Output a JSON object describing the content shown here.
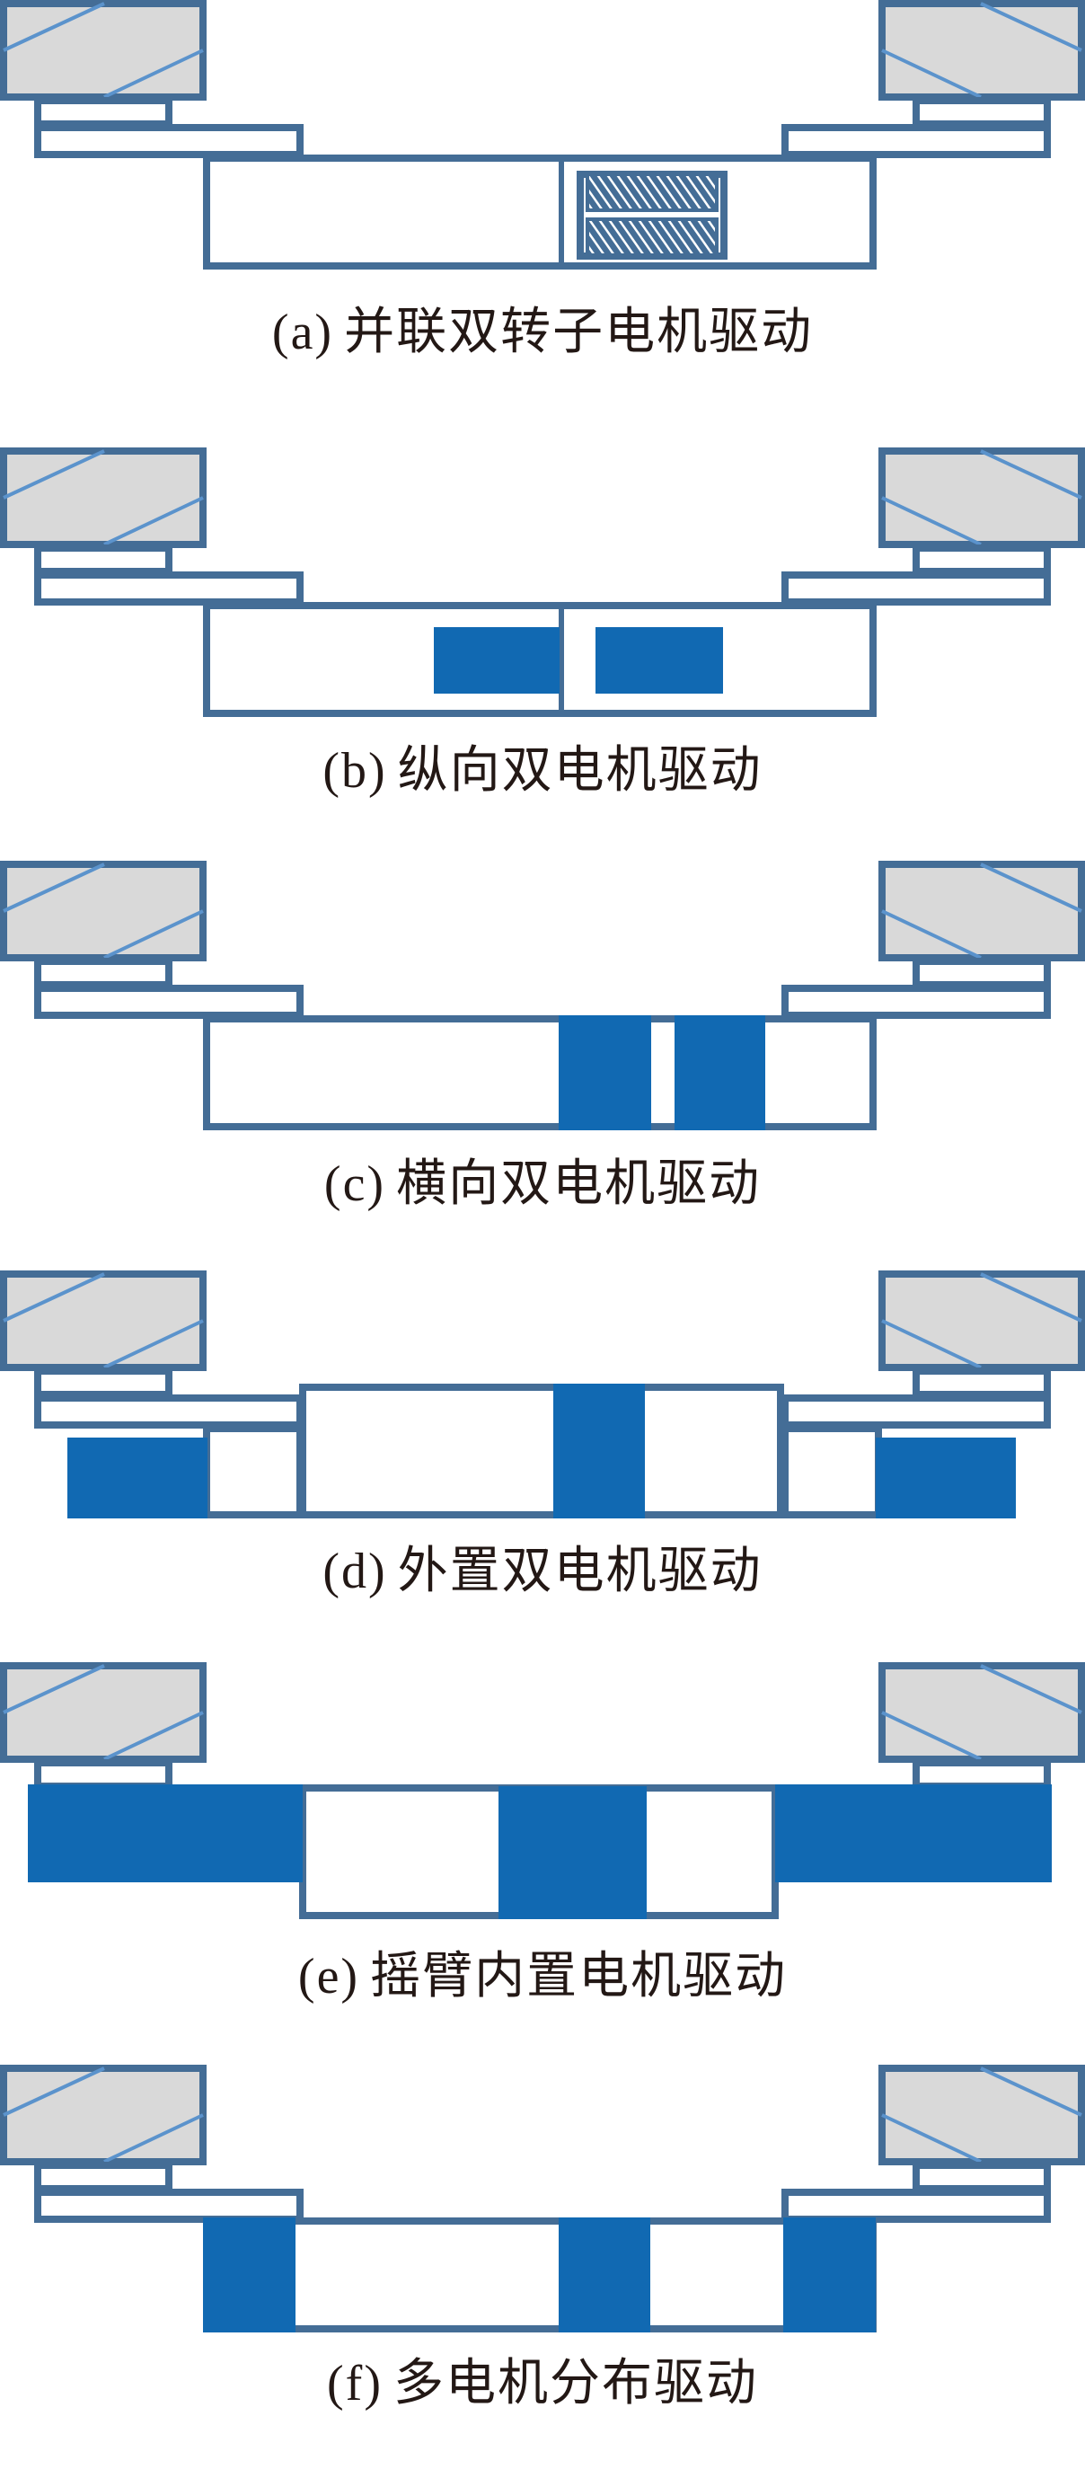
{
  "figure": {
    "colors": {
      "outline": "#446d96",
      "wheel_fill": "#d9d9d9",
      "wheel_hatch": "#5b93cc",
      "motor": "#1169b2",
      "text": "#231815"
    },
    "legend_semantics": {
      "gray_box": "wheel",
      "blue_block": "motor",
      "hatched_block": "dual-rotor motor"
    },
    "panels": [
      {
        "id": "a",
        "tag": "(a)",
        "caption": "并联双转子电机驱动",
        "layout": "parallel-dual-rotor"
      },
      {
        "id": "b",
        "tag": "(b)",
        "caption": "纵向双电机驱动",
        "layout": "longitudinal-dual-motor"
      },
      {
        "id": "c",
        "tag": "(c)",
        "caption": "横向双电机驱动",
        "layout": "transverse-dual-motor"
      },
      {
        "id": "d",
        "tag": "(d)",
        "caption": "外置双电机驱动",
        "layout": "external-dual-motor"
      },
      {
        "id": "e",
        "tag": "(e)",
        "caption": "摇臂内置电机驱动",
        "layout": "rocker-arm-internal-motor"
      },
      {
        "id": "f",
        "tag": "(f)",
        "caption": "多电机分布驱动",
        "layout": "multi-motor-distributed"
      }
    ]
  }
}
